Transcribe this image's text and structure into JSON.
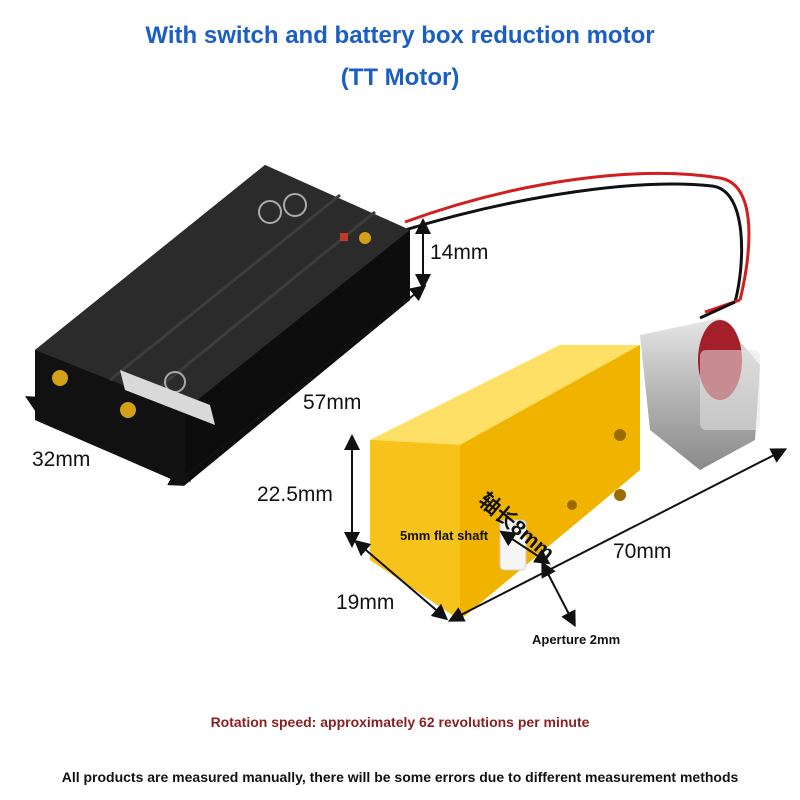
{
  "title": {
    "line1": "With switch and battery box reduction motor",
    "line2": "(TT Motor)"
  },
  "dimensions": {
    "box_height": "14mm",
    "box_length": "57mm",
    "box_width": "32mm",
    "motor_height": "22.5mm",
    "motor_length": "70mm",
    "motor_width": "19mm",
    "shaft_length": "轴长8mm",
    "shaft_type": "5mm flat shaft",
    "aperture": "Aperture 2mm"
  },
  "notes": {
    "speed": "Rotation speed: approximately 62 revolutions per minute",
    "disclaimer": "All products are measured manually, there will be some errors due to different measurement methods"
  },
  "colors": {
    "title_blue": "#1b5fc4",
    "motor_yellow": "#f7c21a",
    "box_black": "#1a1a1a",
    "wire_red": "#d21e1e"
  }
}
